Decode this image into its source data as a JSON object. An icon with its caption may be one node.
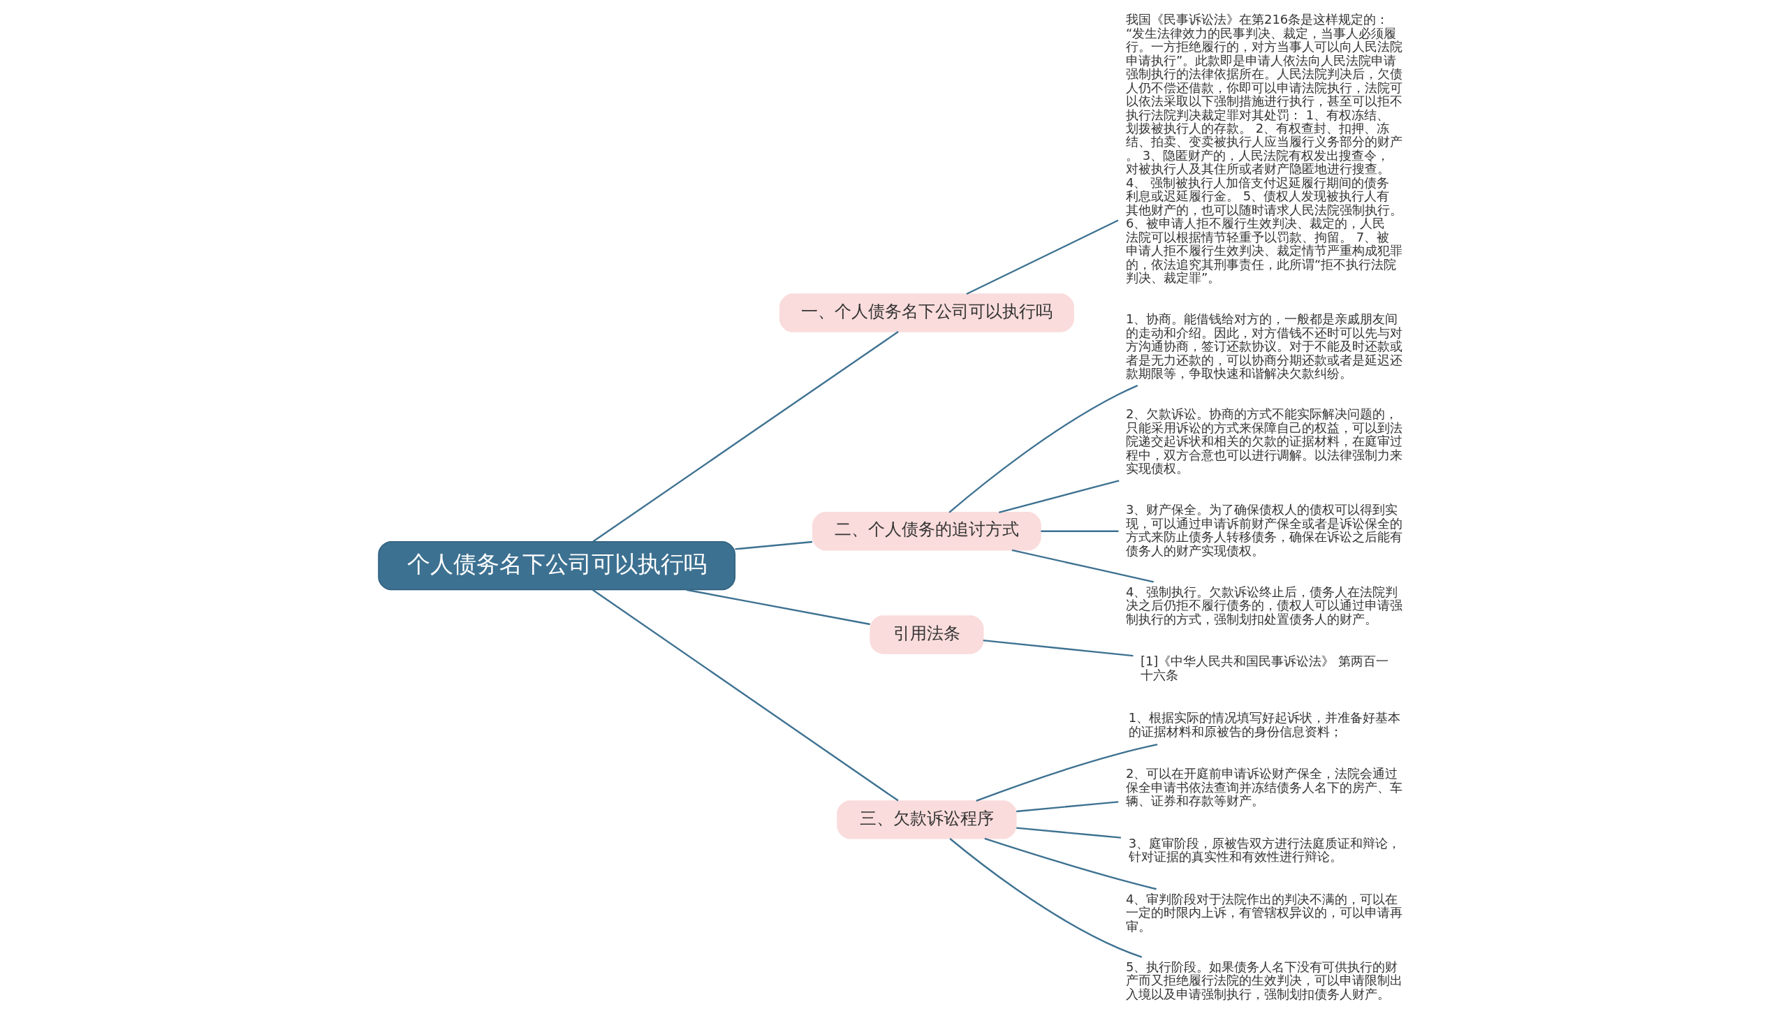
{
  "diagram": {
    "nodes": [
      {
        "text": [
          "个人债务名下公司可以执行吗"
        ]
      },
      {
        "text": [
          "一、个人债务名下公司可以执行吗"
        ]
      },
      {
        "text": [
          "我国《民事诉讼法》在第216条是这样规定的：“发生法律效力的民事判决、裁定，当事人必须履行。一方拒绝履行的，对方当事人可以向人民法院申请执行”。此款即是申请人依法向人民法院申请强制执行的法律依据所在。人民法院判决后，欠债人仍不偿还借款，你即可以申请法院执行，法院可以依法采取以下强制措施进行执行，甚至可以拒不执行法院判决裁定罪对其处罚： 1、有权冻结、划拨被执行人的存款。 2、有权查封、扣押、冻结、拍卖、变卖被执行人应当履行义务部分的财产。 3、隐匿财产的，人民法院有权发出搜查令，对被执行人及其住所或者财产隐匿地进行搜查。 4、 强制被执行人加倍支付迟延履行期间的债务利息或迟延履行金。 5、债权人发现被执行人有其他财产的，也可以随时请求人民法院强制执行。 6、被申请人拒不履行生效判决、裁定的，人民法院可以根据情节轻重予以罚款、拘留。 7、被申请人拒不履行生效判决、裁定情节严重构成犯罪的，依法追究其刑事责任，此所谓“拒不执行法院判决、裁定罪”。"
        ]
      },
      {
        "text": [
          "二、个人债务的追讨方式"
        ]
      },
      {
        "text": [
          "1、协商。能借钱给对方的，一般都是亲戚朋友间的走动和介绍。因此，对方借钱不还时可以先与对方沟通协商，签订还款协议。对于不能及时还款或者是无力还款的，可以协商分期还款或者是延迟还款期限等，争取快速和谐解决欠款纠纷。"
        ]
      },
      {
        "text": [
          "2、欠款诉讼。协商的方式不能实际解决问题的，只能采用诉讼的方式来保障自己的权益，可以到法院递交起诉状和相关的欠款的证据材料，在庭审过程中，双方合意也可以进行调解。以法律强制力来实现债权。"
        ]
      },
      {
        "text": [
          "3、财产保全。为了确保债权人的债权可以得到实现，可以通过申请诉前财产保全或者是诉讼保全的方式来防止债务人转移债务，确保在诉讼之后能有债务人的财产实现债权。"
        ]
      },
      {
        "text": [
          "4、强制执行。欠款诉讼终止后，债务人在法院判决之后仍拒不履行债务的，债权人可以通过申请强制执行的方式，强制划扣处置债务人的财产。"
        ]
      },
      {
        "text": [
          "引用法条"
        ]
      },
      {
        "text": [
          "[1]《中华人民共和国民事诉讼法》 第两百一十六条"
        ]
      },
      {
        "text": [
          "三、欠款诉讼程序"
        ]
      },
      {
        "text": [
          "1、根据实际的情况填写好起诉状，并准备好基本的证据材料和原被告的身份信息资料；"
        ]
      },
      {
        "text": [
          "2、可以在开庭前申请诉讼财产保全，法院会通过保全申请书依法查询并冻结债务人名下的房产、车辆、证券和存款等财产。"
        ]
      },
      {
        "text": [
          "3、庭审阶段，原被告双方进行法庭质证和辩论，针对证据的真实性和有效性进行辩论。"
        ]
      },
      {
        "text": [
          "4、审判阶段对于法院作出的判决不满的，可以在一定的时限内上诉，有管辖权异议的，可以申请再审。"
        ]
      },
      {
        "text": [
          "5、执行阶段。如果债务人名下没有可供执行的财产而又拒绝履行法院的生效判决，可以申请限制出入境以及申请强制执行，强制划扣债务人财产。"
        ]
      }
    ],
    "edges": [
      {
        "from": 0,
        "to": 1,
        "arrow": "none"
      },
      {
        "from": 1,
        "to": 2,
        "arrow": "none"
      },
      {
        "from": 0,
        "to": 3,
        "arrow": "none"
      },
      {
        "from": 3,
        "to": 4,
        "arrow": "none"
      },
      {
        "from": 3,
        "to": 5,
        "arrow": "none"
      },
      {
        "from": 3,
        "to": 6,
        "arrow": "none"
      },
      {
        "from": 3,
        "to": 7,
        "arrow": "none"
      },
      {
        "from": 0,
        "to": 8,
        "arrow": "none"
      },
      {
        "from": 8,
        "to": 9,
        "arrow": "none"
      },
      {
        "from": 0,
        "to": 10,
        "arrow": "none"
      },
      {
        "from": 10,
        "to": 11,
        "arrow": "none"
      },
      {
        "from": 10,
        "to": 12,
        "arrow": "none"
      },
      {
        "from": 10,
        "to": 13,
        "arrow": "none"
      },
      {
        "from": 10,
        "to": 14,
        "arrow": "none"
      },
      {
        "from": 10,
        "to": 15,
        "arrow": "none"
      }
    ]
  }
}
